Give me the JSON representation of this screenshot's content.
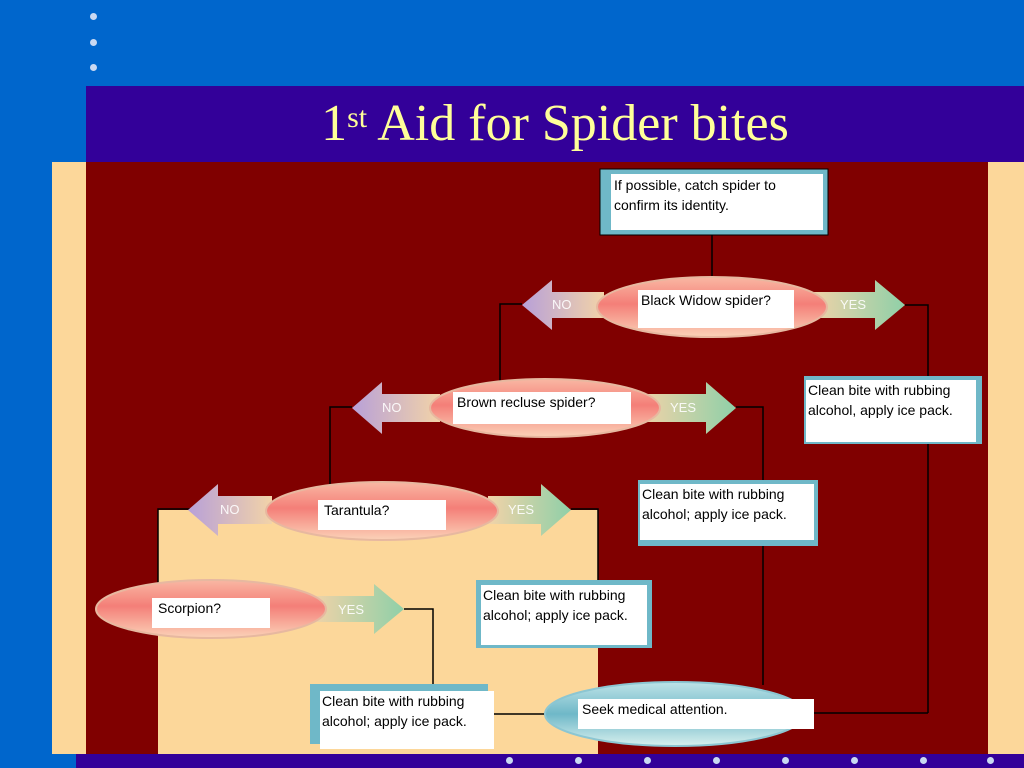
{
  "slide": {
    "title_main": "1",
    "title_sup": "st",
    "title_rest": " Aid for Spider bites"
  },
  "flowchart": {
    "start": "If possible, catch spider to confirm its identity.",
    "questions": [
      "Black Widow spider?",
      "Brown recluse spider?",
      "Tarantula?",
      "Scorpion?"
    ],
    "no_label": "NO",
    "yes_label": "YES",
    "actions": [
      "Clean bite with rubbing alcohol, apply ice pack.",
      "Clean bite with rubbing alcohol; apply ice pack.",
      "Clean bite with rubbing alcohol; apply ice pack.",
      "Clean bite with rubbing alcohol; apply ice pack."
    ],
    "end": "Seek medical attention."
  },
  "colors": {
    "background": "#0066CC",
    "title_band": "#330099",
    "title_text": "#FFFF99",
    "panel": "#800000",
    "tan": "#FCD79A"
  }
}
